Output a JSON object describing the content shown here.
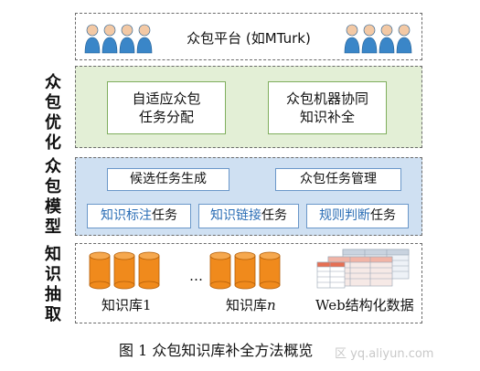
{
  "side_labels": {
    "optimize": "众\n包\n优\n化",
    "model": "众\n包\n模\n型",
    "extract": "知\n识\n抽\n取"
  },
  "platform": {
    "title": "众包平台 (如MTurk)"
  },
  "optimization": {
    "box1": {
      "line1": "自适应众包",
      "line2": "任务分配"
    },
    "box2": {
      "line1": "众包机器协同",
      "line2": "知识补全"
    }
  },
  "model": {
    "top_left": "候选任务生成",
    "top_right": "众包任务管理",
    "task1": {
      "lite": "知识标注",
      "strong": "任务"
    },
    "task2": {
      "lite": "知识链接",
      "strong": "任务"
    },
    "task3": {
      "lite": "规则判断",
      "strong": "任务"
    }
  },
  "extraction": {
    "kb1": "知识库1",
    "ellipsis": "…",
    "kbn_prefix": "知识库",
    "kbn_var": "n",
    "web": "Web结构化数据"
  },
  "caption": "图 1  众包知识库补全方法概览",
  "watermark": "区 yq.aliyun.com",
  "colors": {
    "optimize_bg": "#e3efd6",
    "model_bg": "#cfe0f2",
    "person": "#3a86c8",
    "database": "#f08a1c"
  }
}
